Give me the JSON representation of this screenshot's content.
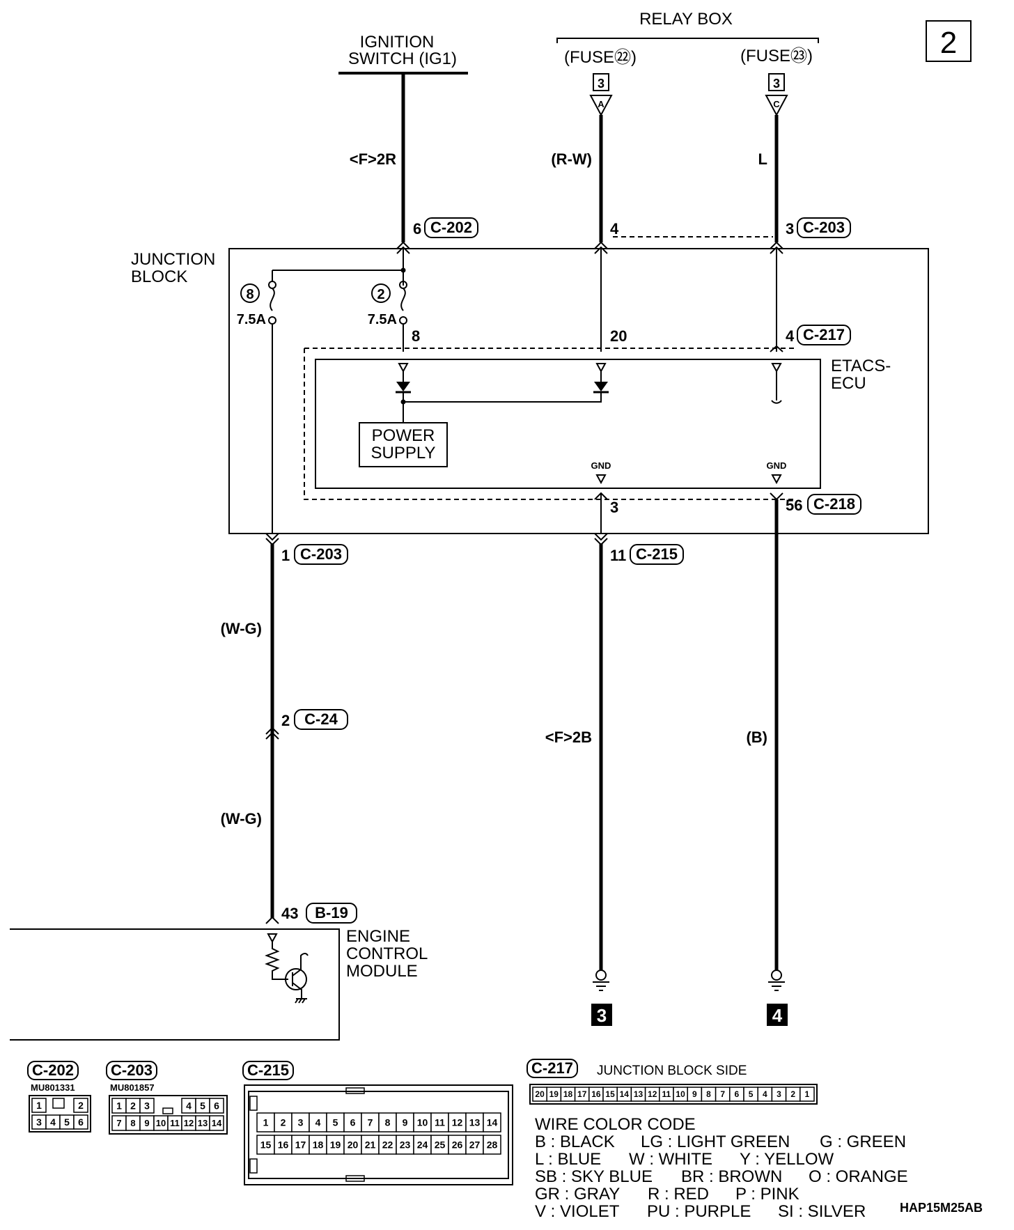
{
  "page_number": "2",
  "sources": {
    "relay_box": "RELAY BOX",
    "ignition_switch": [
      "IGNITION",
      "SWITCH (IG1)"
    ],
    "fuse22": "(FUSE㉒)",
    "fuse23": "(FUSE㉓)",
    "relay_pin_a": "3",
    "relay_term_a": "A",
    "relay_pin_c": "3",
    "relay_term_c": "C"
  },
  "wires": {
    "ign": "<F>2R",
    "rw": "(R-W)",
    "l": "L",
    "wg_upper": "(W-G)",
    "wg_lower": "(W-G)",
    "f2b": "<F>2B",
    "b": "(B)"
  },
  "junction_block": {
    "label": [
      "JUNCTION",
      "BLOCK"
    ],
    "fuse8_no": "8",
    "fuse8_rating": "7.5A",
    "fuse2_no": "2",
    "fuse2_rating": "7.5A",
    "pin_c202": "6",
    "pin_c203_4": "4",
    "pin_c203_3": "3",
    "pin_8": "8",
    "pin_20": "20",
    "pin_c217_4": "4",
    "pin_3": "3",
    "pin_c218_56": "56",
    "pin_c203_1": "1",
    "pin_c215_11": "11"
  },
  "etacs": {
    "label": [
      "ETACS-",
      "ECU"
    ],
    "power_supply": [
      "POWER",
      "SUPPLY"
    ],
    "gnd1": "GND",
    "gnd2": "GND"
  },
  "connectors": {
    "c202": "C-202",
    "c203": "C-203",
    "c217": "C-217",
    "c218": "C-218",
    "c215": "C-215",
    "c24": "C-24",
    "b19": "B-19"
  },
  "ecm": {
    "pin_c24": "2",
    "pin_b19": "43",
    "label": [
      "ENGINE",
      "CONTROL",
      "MODULE"
    ]
  },
  "grounds": {
    "g3": "3",
    "g4": "4"
  },
  "connector_views": {
    "c202_part": "MU801331",
    "c203_part": "MU801857",
    "c202_row1": [
      "1",
      "",
      "2"
    ],
    "c202_row2": [
      "3",
      "4",
      "5",
      "6"
    ],
    "c203_row1": [
      "1",
      "2",
      "3",
      "4",
      "5",
      "6"
    ],
    "c203_row2": [
      "7",
      "8",
      "9",
      "10",
      "11",
      "12",
      "13",
      "14"
    ],
    "c215_row1": [
      "1",
      "2",
      "3",
      "4",
      "5",
      "6",
      "7",
      "8",
      "9",
      "10",
      "11",
      "12",
      "13",
      "14"
    ],
    "c215_row2": [
      "15",
      "16",
      "17",
      "18",
      "19",
      "20",
      "21",
      "22",
      "23",
      "24",
      "25",
      "26",
      "27",
      "28"
    ],
    "c217_side": "JUNCTION BLOCK SIDE",
    "c217_pins": [
      "20",
      "19",
      "18",
      "17",
      "16",
      "15",
      "14",
      "13",
      "12",
      "11",
      "10",
      "9",
      "8",
      "7",
      "6",
      "5",
      "4",
      "3",
      "2",
      "1"
    ]
  },
  "color_code": {
    "title": "WIRE COLOR CODE",
    "lines": [
      [
        "B : BLACK",
        "LG : LIGHT GREEN",
        "G : GREEN"
      ],
      [
        "L : BLUE",
        "W : WHITE",
        "Y : YELLOW"
      ],
      [
        "SB : SKY BLUE",
        "BR : BROWN",
        "O : ORANGE"
      ],
      [
        "GR : GRAY",
        "R : RED",
        "P : PINK"
      ],
      [
        "V : VIOLET",
        "PU : PURPLE",
        "SI : SILVER"
      ]
    ]
  },
  "figure_code": "HAP15M25AB"
}
